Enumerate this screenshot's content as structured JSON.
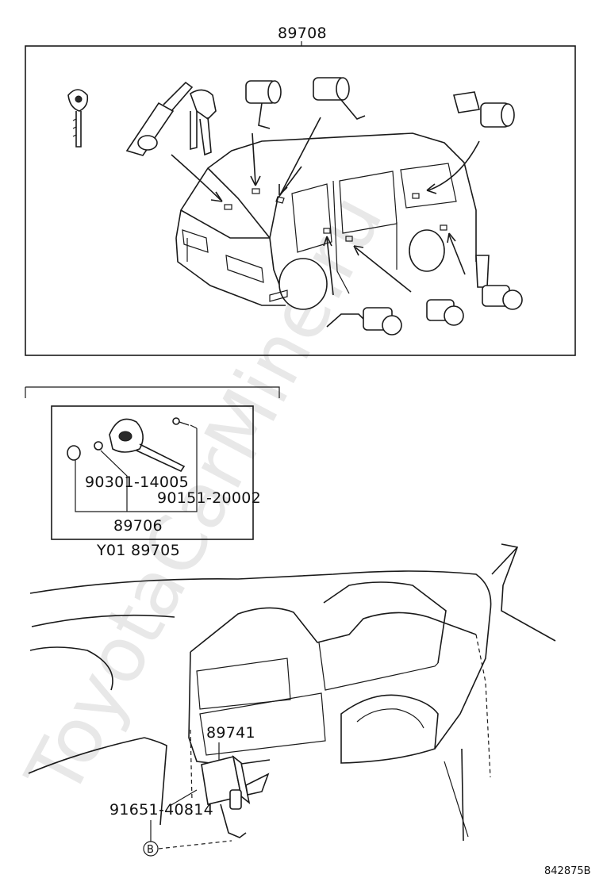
{
  "diagram": {
    "labels": {
      "top_kit": "89708",
      "key_kit": "89706",
      "key_set": "Y01 89705",
      "part_a": "90301-14005",
      "part_b": "90151-20002",
      "ecu": "89741",
      "ecu_bolt": "91651-40814",
      "ref_marker": "B",
      "figure_id": "842875B"
    },
    "watermark": "ToyotaCarMine.ru"
  }
}
